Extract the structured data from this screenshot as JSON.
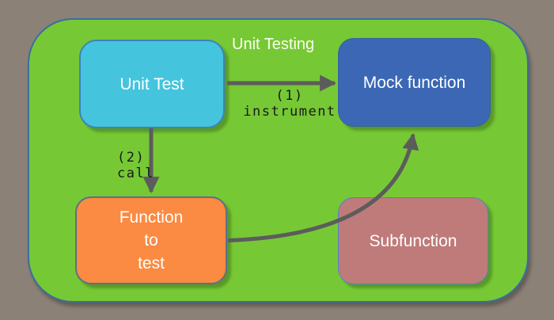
{
  "colors": {
    "background": "#8B8177",
    "boundary_fill": "#76C935",
    "boundary_border": "#3C6DA0",
    "unit_test_fill": "#45C4DD",
    "unit_test_border": "#3A85B8",
    "mock_function_fill": "#3B67B5",
    "function_to_test_fill": "#FB8A42",
    "function_to_test_border": "#5C7188",
    "subfunction_fill": "#BF7B79",
    "subfunction_border": "#4F82CF",
    "arrow": "#5C5C5C",
    "edge_label_text": "#1A1A1A",
    "node_text": "#FFFFFF",
    "title_text": "#FDFDF2"
  },
  "diagram": {
    "title": "Unit Testing",
    "nodes": {
      "unit_test": {
        "label": "Unit Test"
      },
      "mock_function": {
        "label": "Mock function"
      },
      "function_to_test": {
        "label": "Function\nto\ntest"
      },
      "subfunction": {
        "label": "Subfunction"
      }
    },
    "edges": {
      "instrument": {
        "step": "(1)",
        "action": "instrument"
      },
      "call": {
        "step": "(2)",
        "action": "call"
      }
    }
  }
}
